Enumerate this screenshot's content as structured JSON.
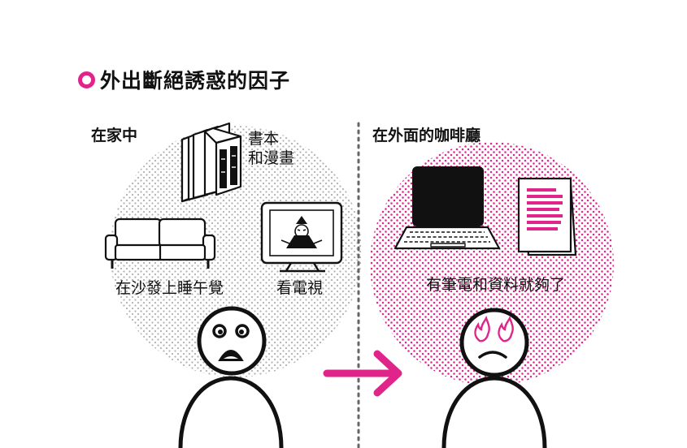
{
  "title": "外出斷絕誘惑的因子",
  "colors": {
    "accent": "#e0258a",
    "ink": "#111111",
    "dots_home": "#b3b3b3",
    "dots_cafe": "#e0258a"
  },
  "left_panel": {
    "heading": "在家中",
    "books_label_line1": "書本",
    "books_label_line2": "和漫畫",
    "sofa_label": "在沙發上睡午覺",
    "tv_label": "看電視",
    "person_expression": "worried"
  },
  "right_panel": {
    "heading": "在外面的咖啡廳",
    "items_label": "有筆電和資料就夠了",
    "person_expression": "determined"
  },
  "icons": [
    "circle-bullet-icon",
    "books-icon",
    "sofa-icon",
    "tv-icon",
    "laptop-icon",
    "document-icon",
    "arrow-right-icon",
    "flame-icon"
  ]
}
